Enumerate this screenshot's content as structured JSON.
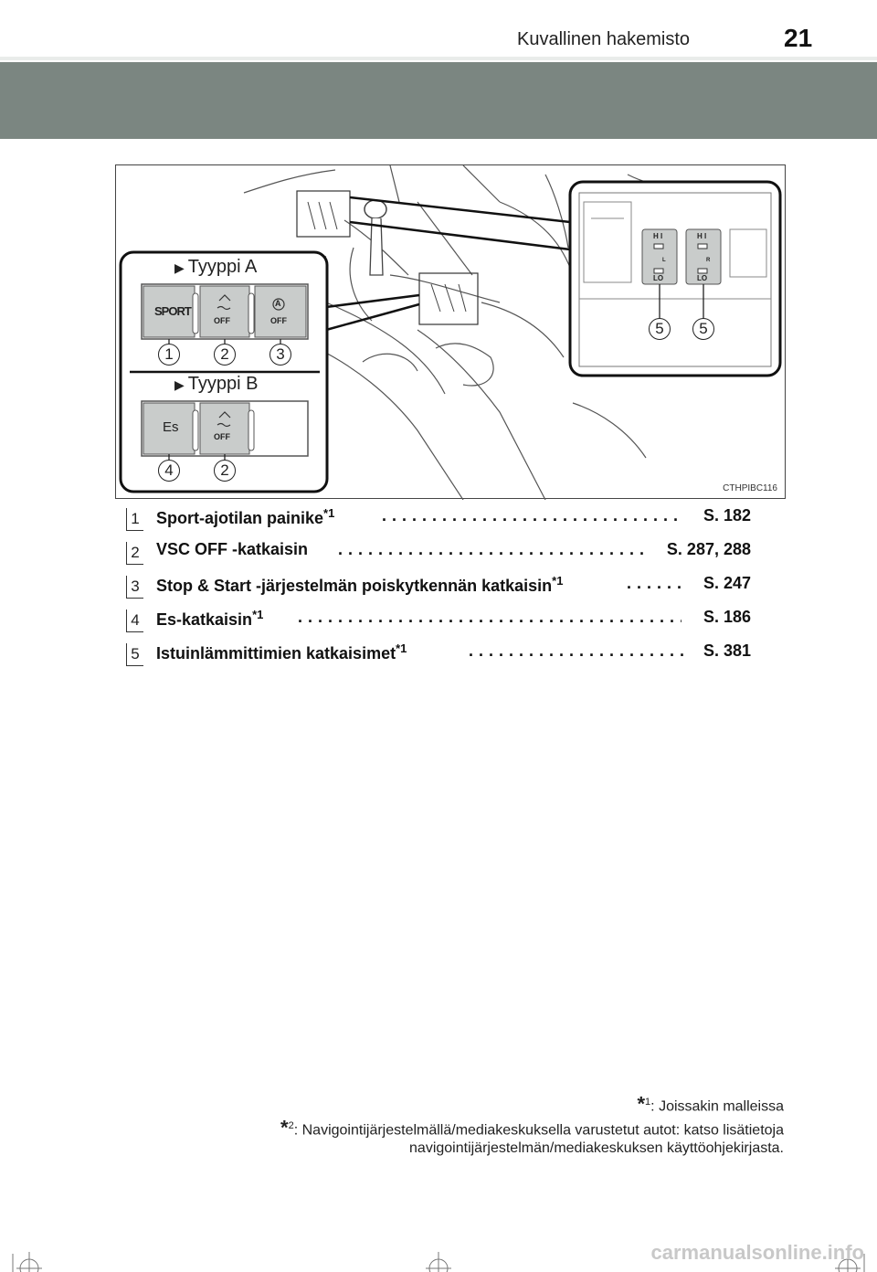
{
  "header": {
    "title": "Kuvallinen hakemisto",
    "page_number": "21"
  },
  "figure": {
    "code": "CTHPIBC116",
    "type_a": "Tyyppi A",
    "type_b": "Tyyppi B",
    "arrow_glyph": "▶",
    "sport_label": "SPORT",
    "off_label": "OFF",
    "a_label": "A",
    "es_label": "Es",
    "hi_label": "H I",
    "lo_label": "LO",
    "l_label": "L",
    "r_label": "R",
    "callouts_a": [
      "1",
      "2",
      "3"
    ],
    "callouts_b": [
      "4",
      "2"
    ],
    "callouts_heater": [
      "5",
      "5"
    ]
  },
  "items": [
    {
      "num": "1",
      "text": "Sport-ajotilan painike",
      "sup": "*1",
      "ref": "S. 182"
    },
    {
      "num": "2",
      "text": "VSC OFF -katkaisin",
      "sup": "",
      "ref": "S. 287, 288"
    },
    {
      "num": "3",
      "text": "Stop & Start -järjestelmän poiskytkennän katkaisin",
      "sup": "*1",
      "ref": "S. 247"
    },
    {
      "num": "4",
      "text": "Es-katkaisin",
      "sup": "*1",
      "ref": "S. 186"
    },
    {
      "num": "5",
      "text": "Istuinlämmittimien katkaisimet",
      "sup": "*1",
      "ref": "S. 381"
    }
  ],
  "footnotes": {
    "fn1_star": "*",
    "fn1_sup": "1",
    "fn1_text": ": Joissakin malleissa",
    "fn2_star": "*",
    "fn2_sup": "2",
    "fn2_text": ": Navigointijärjestelmällä/mediakeskuksella varustetut autot: katso lisätietoja",
    "fn2_text2": "navigointijärjestelmän/mediakeskuksen käyttöohjekirjasta."
  },
  "watermark": "carmanualsonline.info"
}
